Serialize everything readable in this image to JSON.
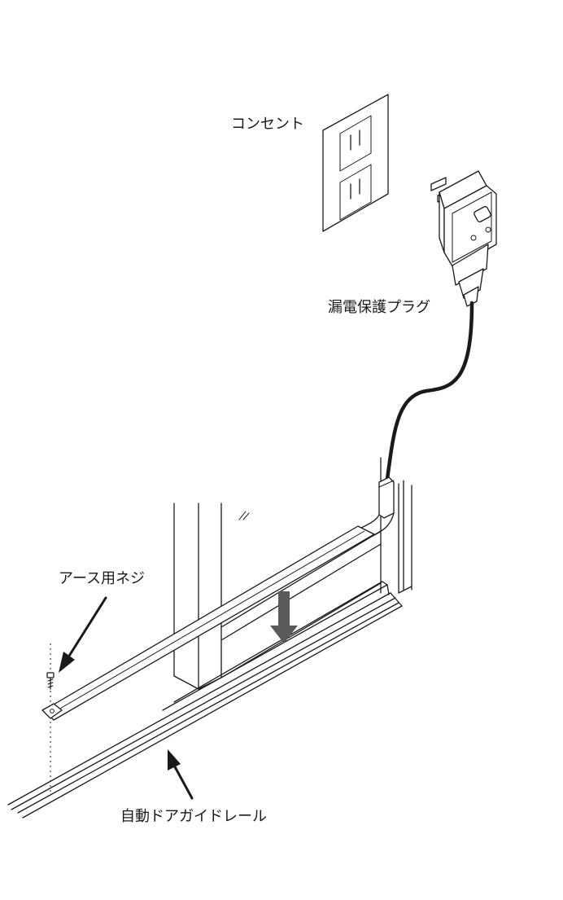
{
  "labels": {
    "outlet": "コンセント",
    "leakage_plug": "漏電保護プラグ",
    "ground_screw": "アース用ネジ",
    "door_rail": "自動ドアガイドレール"
  },
  "colors": {
    "line": "#1a1a1a",
    "arrow_gray": "#5a5a5a",
    "background": "#ffffff"
  },
  "icons": {
    "pointer_arrow": "arrow-icon",
    "drop_arrow": "down-arrow-icon"
  }
}
